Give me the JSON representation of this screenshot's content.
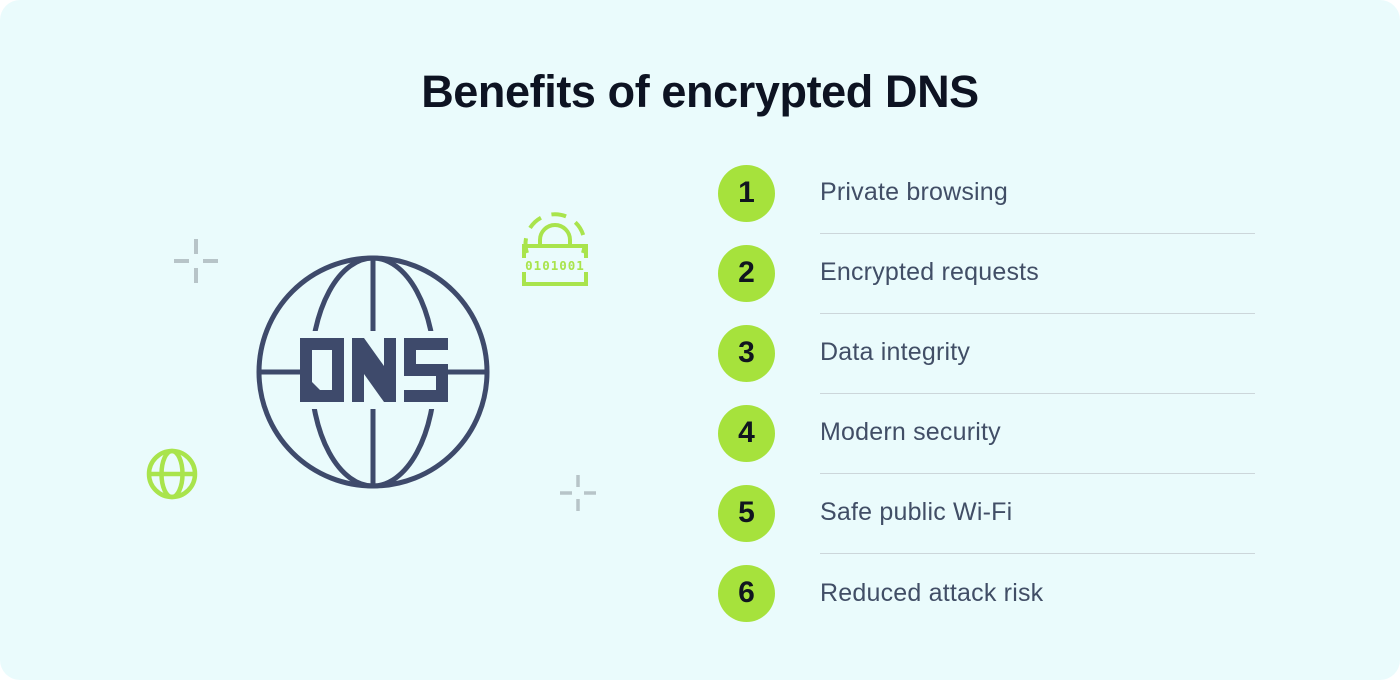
{
  "page": {
    "title": "Benefits of encrypted DNS",
    "background_color": "#eafbfc"
  },
  "colors": {
    "navy_line": "#3e4a6b",
    "title_text": "#0d1322",
    "item_text": "#414e66",
    "badge_green": "#a6e23c",
    "icon_green": "#a9e44c",
    "divider_gray": "#ccd6da",
    "crosshair_gray": "#b7c4c8",
    "badge_number": "#10151f"
  },
  "illustration": {
    "dns_label": "DNS",
    "padlock_binary": "0101001",
    "icons": [
      "dns-globe-illustration",
      "padlock-icon",
      "globe-icon",
      "crosshair-mark-large",
      "crosshair-mark-small"
    ]
  },
  "benefits": {
    "items": [
      {
        "number": "1",
        "label": "Private browsing"
      },
      {
        "number": "2",
        "label": "Encrypted requests"
      },
      {
        "number": "3",
        "label": "Data integrity"
      },
      {
        "number": "4",
        "label": "Modern security"
      },
      {
        "number": "5",
        "label": "Safe public Wi-Fi"
      },
      {
        "number": "6",
        "label": "Reduced attack risk"
      }
    ]
  }
}
